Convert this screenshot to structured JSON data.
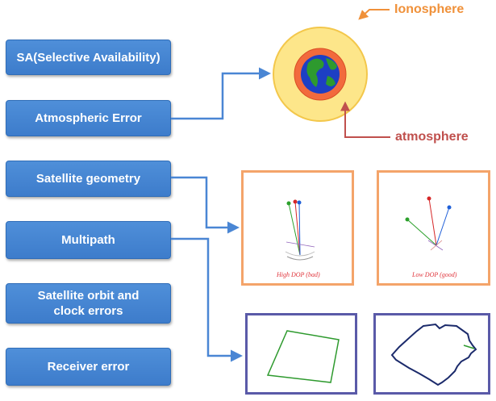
{
  "buttons": {
    "sa": "SA(Selective Availability)",
    "atmospheric": "Atmospheric Error",
    "geometry": "Satellite geometry",
    "multipath": "Multipath",
    "orbit_line1": "Satellite orbit and",
    "orbit_line2": "clock errors",
    "receiver": "Receiver error"
  },
  "labels": {
    "ionosphere": "Ionosphere",
    "atmosphere": "atmosphere"
  },
  "captions": {
    "high_dop": "High DOP (bad)",
    "low_dop": "Low DOP (good)"
  },
  "colors": {
    "button": "#3d7ccb",
    "arrow": "#4a86d4",
    "ionosphere_label": "#f0913a",
    "atmosphere_label": "#c0504d",
    "ionosphere_ring": "#fde68a",
    "atmosphere_ring": "#f26a3d",
    "earth_ocean": "#1d3fc4",
    "earth_land": "#2e9a2e",
    "dop_panel_border": "#f4a46a",
    "multipath_panel_border": "#5a5aa8"
  }
}
